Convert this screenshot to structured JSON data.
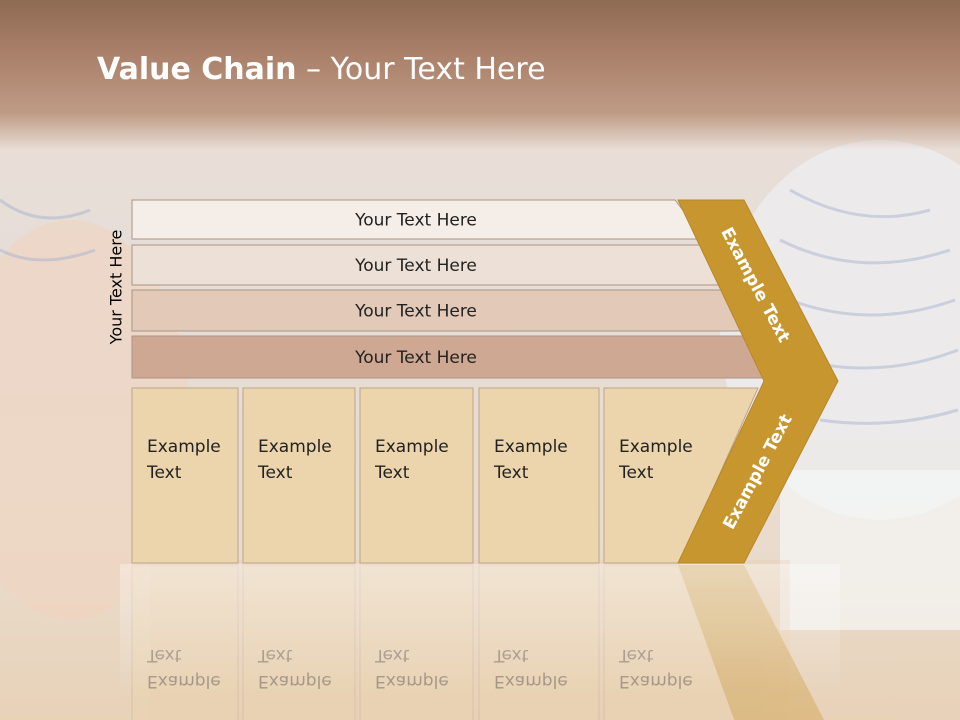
{
  "title": {
    "bold": "Value Chain",
    "rest": " – Your Text Here"
  },
  "side_label": "Your Text Here",
  "rows": [
    {
      "label": "Your Text Here",
      "color": "#f4ede8"
    },
    {
      "label": "Your Text Here",
      "color": "#ede0d6"
    },
    {
      "label": "Your Text Here",
      "color": "#e2c9b8"
    },
    {
      "label": "Your Text Here",
      "color": "#cea892"
    }
  ],
  "boxes": [
    {
      "line1": "Example",
      "line2": "Text"
    },
    {
      "line1": "Example",
      "line2": "Text"
    },
    {
      "line1": "Example",
      "line2": "Text"
    },
    {
      "line1": "Example",
      "line2": "Text"
    },
    {
      "line1": "Example",
      "line2": "Text"
    }
  ],
  "box_color": "#ecd5ad",
  "chevron": {
    "upper_text": "Example Text",
    "lower_text": "Example Text",
    "color": "#c8962e"
  }
}
